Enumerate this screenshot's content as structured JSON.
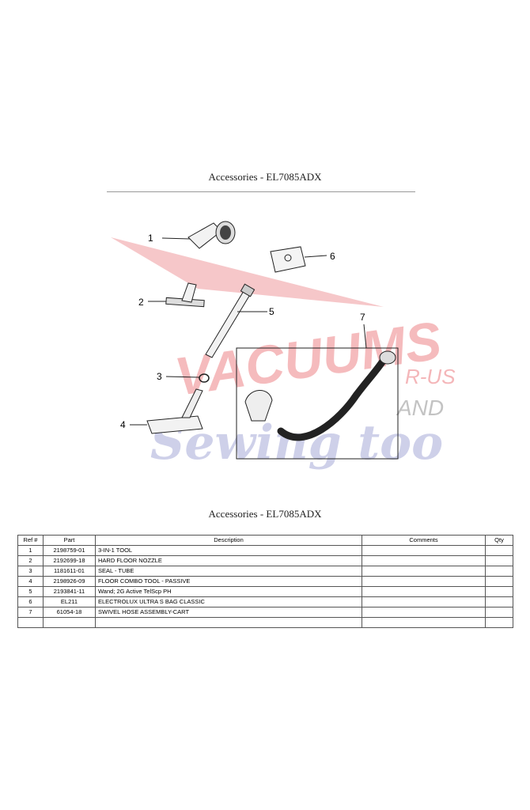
{
  "header": {
    "title": "Accessories - EL7085ADX"
  },
  "diagram": {
    "callouts": [
      "1",
      "2",
      "3",
      "4",
      "5",
      "6",
      "7"
    ],
    "watermark": {
      "line1": "VACUUMS",
      "line2": "R-US",
      "line3": "AND",
      "line4": "Sewing too",
      "colors": {
        "red": "#e8434b",
        "blue": "#7f86c4",
        "gray": "#8a8a8a"
      }
    }
  },
  "section": {
    "title": "Accessories - EL7085ADX"
  },
  "parts_table": {
    "headers": [
      "Ref #",
      "Part",
      "Description",
      "Comments",
      "Qty"
    ],
    "rows": [
      {
        "ref": "1",
        "part": "2198759-01",
        "description": "3-IN-1 TOOL",
        "comments": "",
        "qty": ""
      },
      {
        "ref": "2",
        "part": "2192699-18",
        "description": "HARD FLOOR NOZZLE",
        "comments": "",
        "qty": ""
      },
      {
        "ref": "3",
        "part": "1181611-01",
        "description": "SEAL - TUBE",
        "comments": "",
        "qty": ""
      },
      {
        "ref": "4",
        "part": "2198926-09",
        "description": "FLOOR COMBO TOOL - PASSIVE",
        "comments": "",
        "qty": ""
      },
      {
        "ref": "5",
        "part": "2193841-11",
        "description": "Wand; 2G Active TelScp PH",
        "comments": "",
        "qty": ""
      },
      {
        "ref": "6",
        "part": "EL211",
        "description": "ELECTROLUX ULTRA S BAG CLASSIC",
        "comments": "",
        "qty": ""
      },
      {
        "ref": "7",
        "part": "61054-18",
        "description": "SWIVEL HOSE ASSEMBLY-CART",
        "comments": "",
        "qty": ""
      },
      {
        "ref": "",
        "part": "",
        "description": "",
        "comments": "",
        "qty": ""
      }
    ]
  }
}
